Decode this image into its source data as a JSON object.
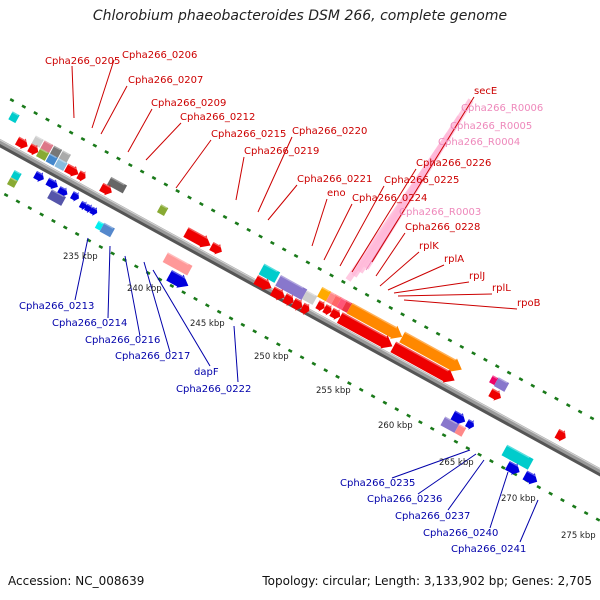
{
  "title": "Chlorobium phaeobacteroides DSM 266, complete genome",
  "footer": {
    "accession": "Accession: NC_008639",
    "summary": "Topology: circular; Length: 3,133,902 bp; Genes: 2,705"
  },
  "colors": {
    "backbone": "#888888",
    "red_gene": "#ee0000",
    "blue_gene": "#0000dd",
    "orange_gene": "#ff8800",
    "rrna_pink": "#ffaacc",
    "label_red": "#cc0000",
    "label_blue": "#0000aa",
    "label_pink": "#ee88bb",
    "tick_green": "#1a7a1a"
  },
  "scale_labels": [
    "235 kbp",
    "240 kbp",
    "245 kbp",
    "250 kbp",
    "255 kbp",
    "260 kbp",
    "265 kbp",
    "270 kbp",
    "275 kbp"
  ],
  "top_labels": [
    {
      "text": "Cpha266_0205",
      "style": "red"
    },
    {
      "text": "Cpha266_0206",
      "style": "red"
    },
    {
      "text": "Cpha266_0207",
      "style": "red"
    },
    {
      "text": "Cpha266_0209",
      "style": "red"
    },
    {
      "text": "Cpha266_0212",
      "style": "red"
    },
    {
      "text": "Cpha266_0215",
      "style": "red"
    },
    {
      "text": "Cpha266_0220",
      "style": "red"
    },
    {
      "text": "Cpha266_0219",
      "style": "red"
    },
    {
      "text": "Cpha266_0221",
      "style": "red"
    },
    {
      "text": "eno",
      "style": "red"
    },
    {
      "text": "Cpha266_0224",
      "style": "red"
    },
    {
      "text": "Cpha266_0225",
      "style": "red"
    },
    {
      "text": "Cpha266_0226",
      "style": "red"
    },
    {
      "text": "Cpha266_R0003",
      "style": "pink"
    },
    {
      "text": "Cpha266_0228",
      "style": "red"
    },
    {
      "text": "secE",
      "style": "red"
    },
    {
      "text": "Cpha266_R0006",
      "style": "pink"
    },
    {
      "text": "Cpha266_R0005",
      "style": "pink"
    },
    {
      "text": "Cpha266_R0004",
      "style": "pink"
    },
    {
      "text": "rplK",
      "style": "red"
    },
    {
      "text": "rplA",
      "style": "red"
    },
    {
      "text": "rplJ",
      "style": "red"
    },
    {
      "text": "rplL",
      "style": "red"
    },
    {
      "text": "rpoB",
      "style": "red"
    }
  ],
  "bottom_labels": [
    {
      "text": "Cpha266_0213",
      "style": "blue"
    },
    {
      "text": "Cpha266_0214",
      "style": "blue"
    },
    {
      "text": "Cpha266_0216",
      "style": "blue"
    },
    {
      "text": "Cpha266_0217",
      "style": "blue"
    },
    {
      "text": "dapF",
      "style": "blue"
    },
    {
      "text": "Cpha266_0222",
      "style": "blue"
    },
    {
      "text": "Cpha266_0235",
      "style": "blue"
    },
    {
      "text": "Cpha266_0236",
      "style": "blue"
    },
    {
      "text": "Cpha266_0237",
      "style": "blue"
    },
    {
      "text": "Cpha266_0240",
      "style": "blue"
    },
    {
      "text": "Cpha266_0241",
      "style": "blue"
    }
  ]
}
